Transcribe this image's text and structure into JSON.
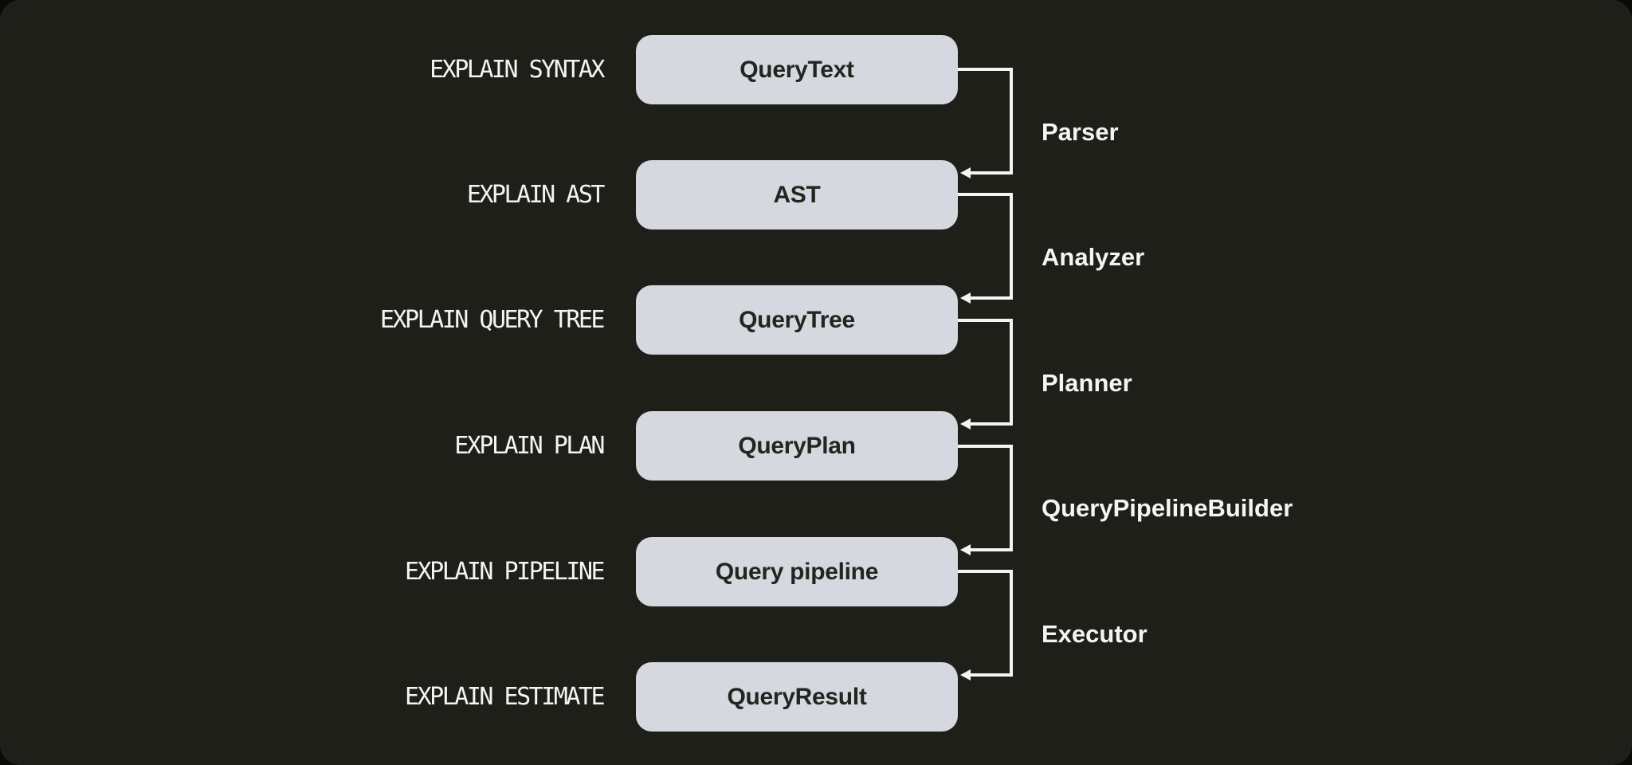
{
  "colors": {
    "bg": "#1f1f1a",
    "outer_bg": "#0a0a0a",
    "box_fill": "#d6d8e0",
    "box_text": "#23251f",
    "light_text": "#f5f4f0",
    "line": "#f5f4f0"
  },
  "diagram": {
    "arrow_icon": "left-triangle-arrow",
    "rows": [
      {
        "command": "EXPLAIN SYNTAX",
        "stage": "QueryText"
      },
      {
        "command": "EXPLAIN AST",
        "stage": "AST"
      },
      {
        "command": "EXPLAIN QUERY TREE",
        "stage": "QueryTree"
      },
      {
        "command": "EXPLAIN PLAN",
        "stage": "QueryPlan"
      },
      {
        "command": "EXPLAIN PIPELINE",
        "stage": "Query pipeline"
      },
      {
        "command": "EXPLAIN ESTIMATE",
        "stage": "QueryResult"
      }
    ],
    "transitions": [
      {
        "label": "Parser"
      },
      {
        "label": "Analyzer"
      },
      {
        "label": "Planner"
      },
      {
        "label": "QueryPipelineBuilder"
      },
      {
        "label": "Executor"
      }
    ]
  }
}
